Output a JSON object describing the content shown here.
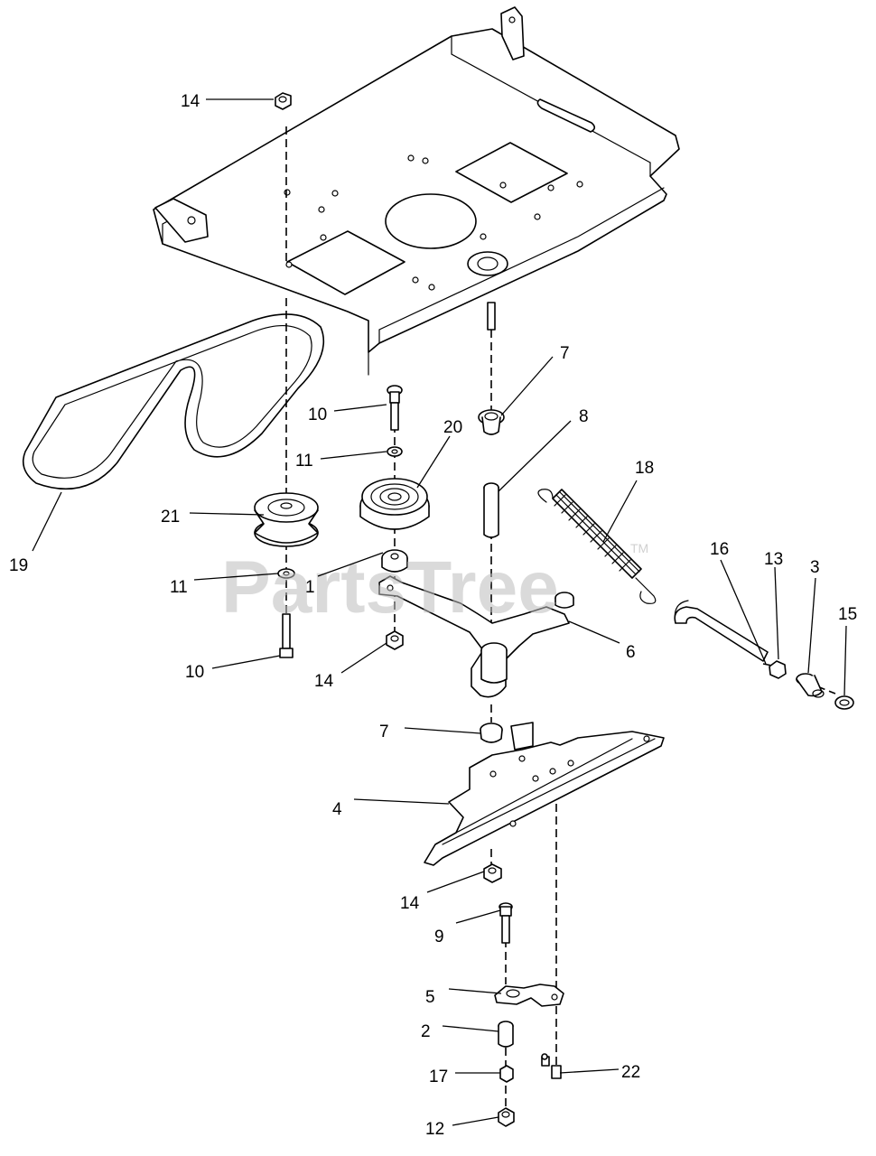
{
  "watermark": {
    "text": "PartsTree",
    "mark": "TM"
  },
  "callouts": {
    "c1": "1",
    "c2": "2",
    "c3": "3",
    "c4": "4",
    "c5": "5",
    "c6": "6",
    "c7a": "7",
    "c7b": "7",
    "c8": "8",
    "c9": "9",
    "c10a": "10",
    "c10b": "10",
    "c11a": "11",
    "c11b": "11",
    "c12": "12",
    "c13": "13",
    "c14a": "14",
    "c14b": "14",
    "c14c": "14",
    "c15": "15",
    "c16": "16",
    "c17": "17",
    "c18": "18",
    "c19": "19",
    "c20": "20",
    "c21": "21",
    "c22": "22"
  }
}
